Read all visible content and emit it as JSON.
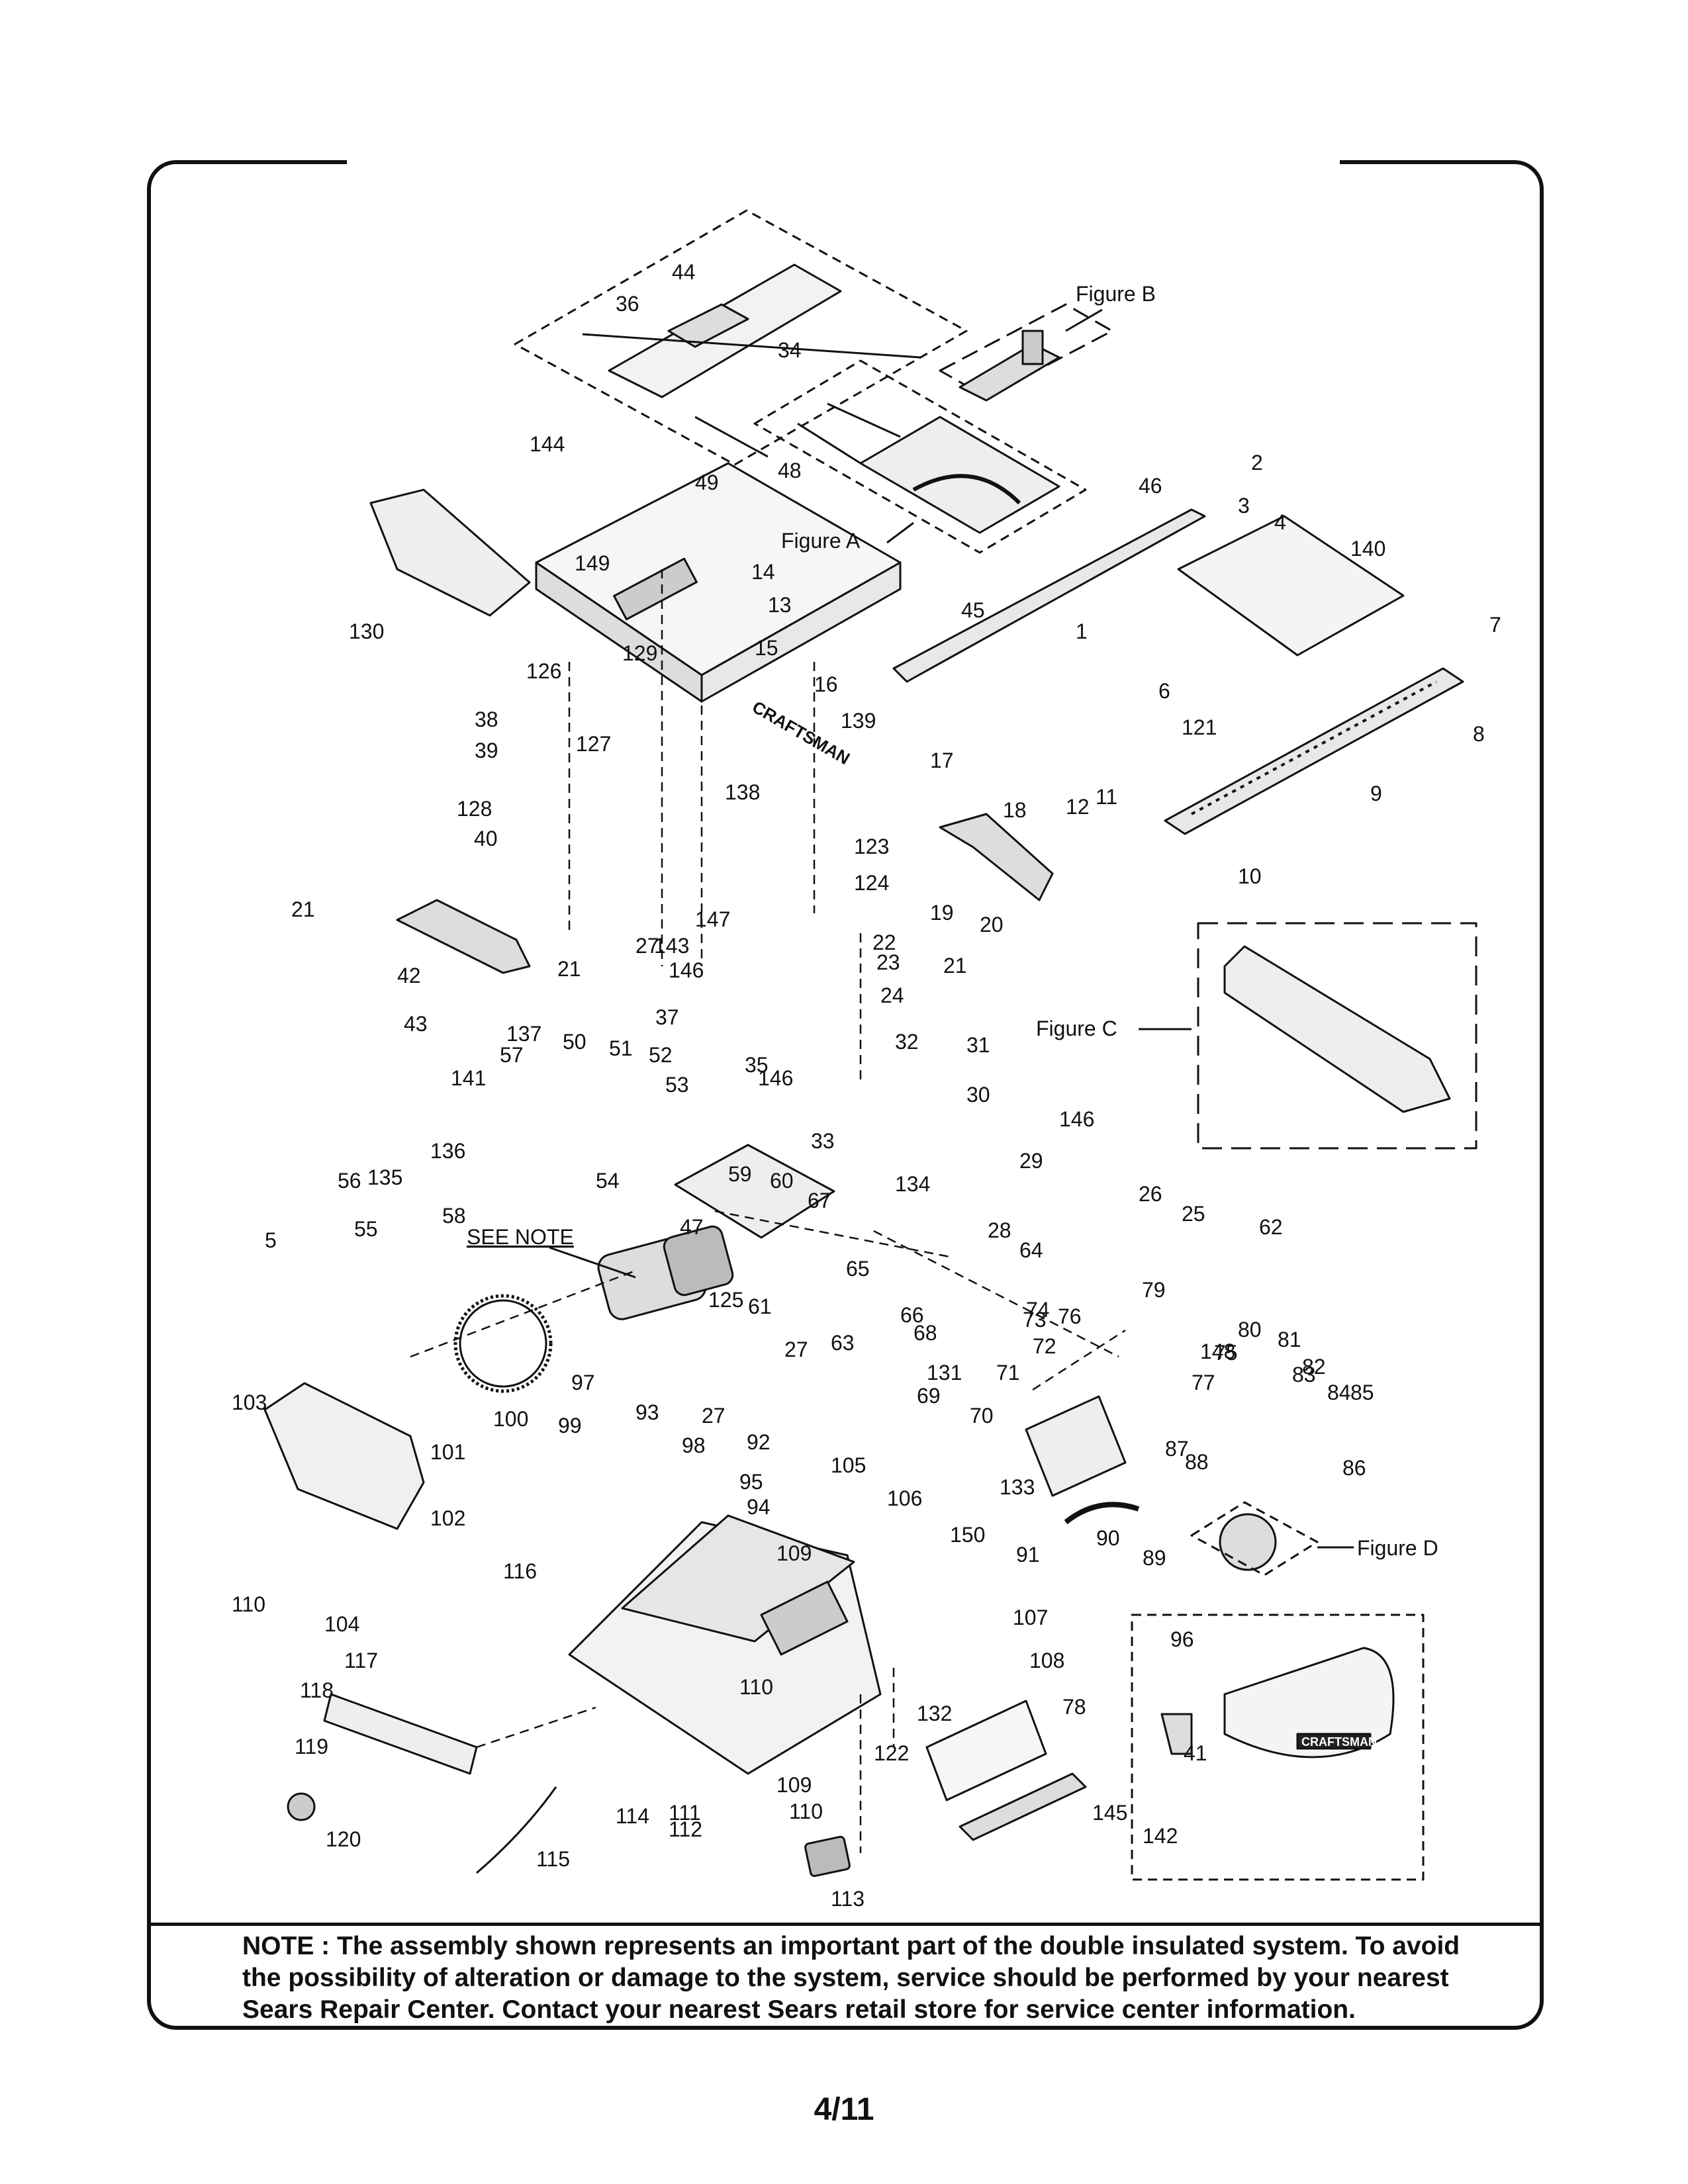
{
  "figure_labels": {
    "a": "Figure A",
    "b": "Figure B",
    "c": "Figure C",
    "d": "Figure D"
  },
  "see_note": "SEE NOTE",
  "brand": "CRAFTSMAN",
  "note": "NOTE : The assembly shown represents an important part of the double insulated system. To avoid the possibility of alteration or damage to the system, service should be performed by your nearest Sears Repair Center. Contact your nearest Sears retail store for service center information.",
  "page_number": "4/11",
  "callouts": [
    "1",
    "2",
    "3",
    "4",
    "5",
    "6",
    "7",
    "8",
    "9",
    "10",
    "11",
    "12",
    "13",
    "14",
    "15",
    "16",
    "17",
    "18",
    "19",
    "20",
    "21",
    "21",
    "21",
    "22",
    "23",
    "24",
    "25",
    "26",
    "27",
    "27",
    "27",
    "28",
    "29",
    "30",
    "31",
    "32",
    "33",
    "34",
    "35",
    "36",
    "37",
    "38",
    "39",
    "40",
    "41",
    "42",
    "43",
    "44",
    "45",
    "46",
    "47",
    "48",
    "49",
    "50",
    "51",
    "52",
    "53",
    "54",
    "55",
    "56",
    "57",
    "58",
    "59",
    "60",
    "61",
    "62",
    "63",
    "64",
    "65",
    "66",
    "67",
    "68",
    "69",
    "70",
    "71",
    "72",
    "73",
    "74",
    "75",
    "76",
    "77",
    "78",
    "79",
    "80",
    "81",
    "82",
    "83",
    "84",
    "85",
    "86",
    "87",
    "88",
    "89",
    "90",
    "91",
    "92",
    "93",
    "94",
    "95",
    "96",
    "97",
    "98",
    "99",
    "100",
    "101",
    "102",
    "103",
    "104",
    "105",
    "106",
    "107",
    "108",
    "109",
    "109",
    "110",
    "110",
    "110",
    "111",
    "112",
    "113",
    "114",
    "115",
    "116",
    "117",
    "118",
    "119",
    "120",
    "121",
    "122",
    "123",
    "124",
    "125",
    "126",
    "127",
    "128",
    "129",
    "130",
    "131",
    "132",
    "133",
    "134",
    "135",
    "136",
    "137",
    "138",
    "139",
    "140",
    "141",
    "142",
    "143",
    "144",
    "145",
    "146",
    "146",
    "146",
    "147",
    "148",
    "149",
    "150"
  ]
}
